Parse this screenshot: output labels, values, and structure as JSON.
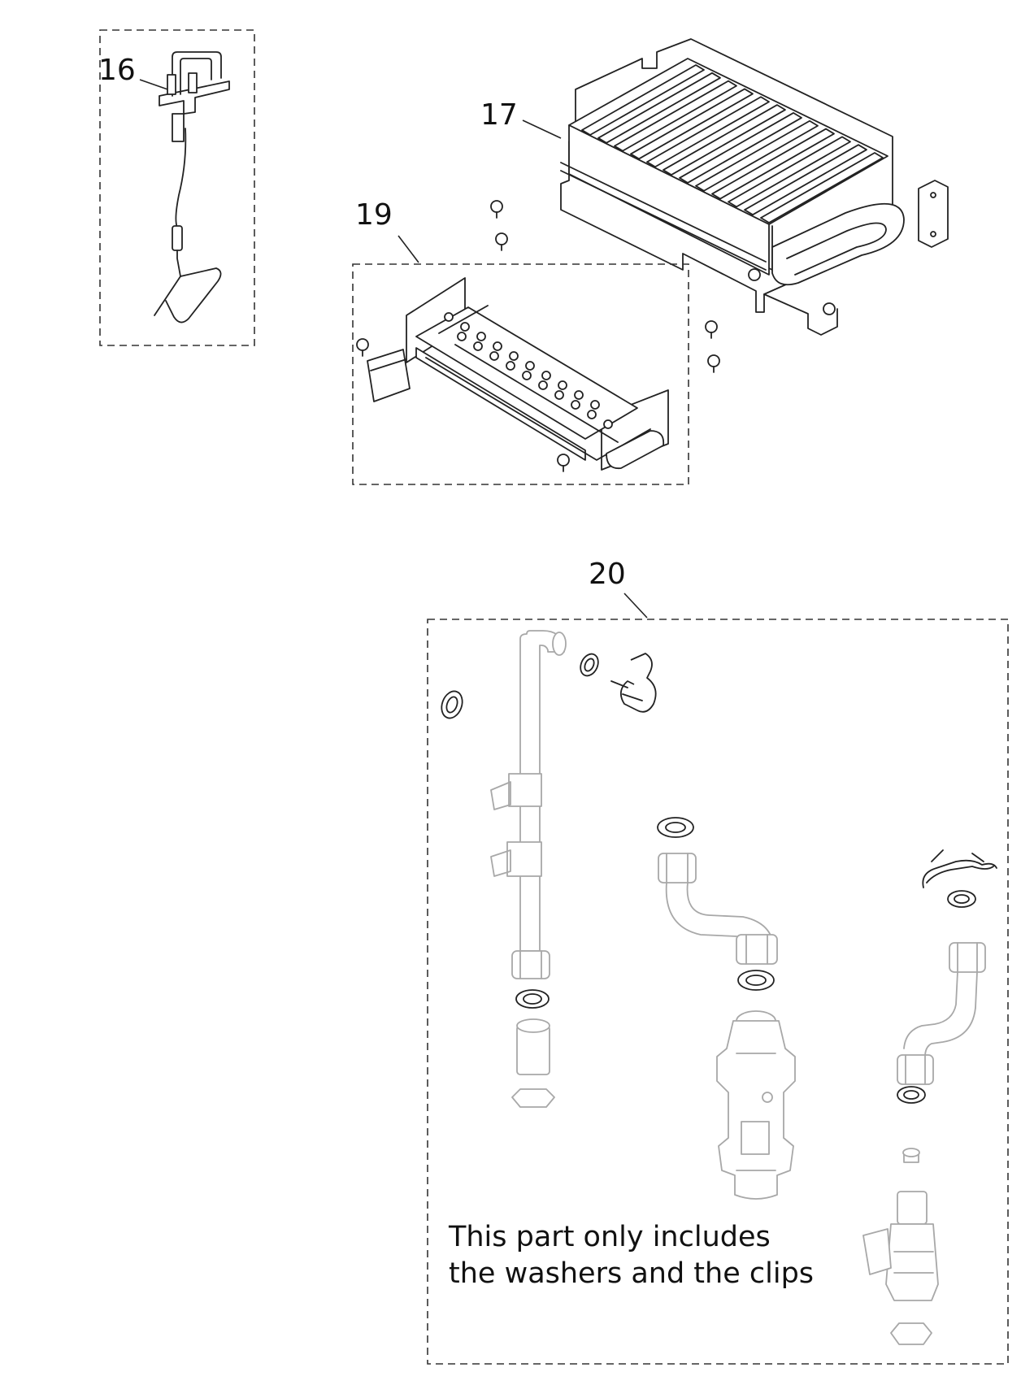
{
  "labels": {
    "part_16": "16",
    "part_17": "17",
    "part_19": "19",
    "part_20": "20"
  },
  "note": {
    "line1": "This part only includes",
    "line2": "the washers and the clips"
  }
}
